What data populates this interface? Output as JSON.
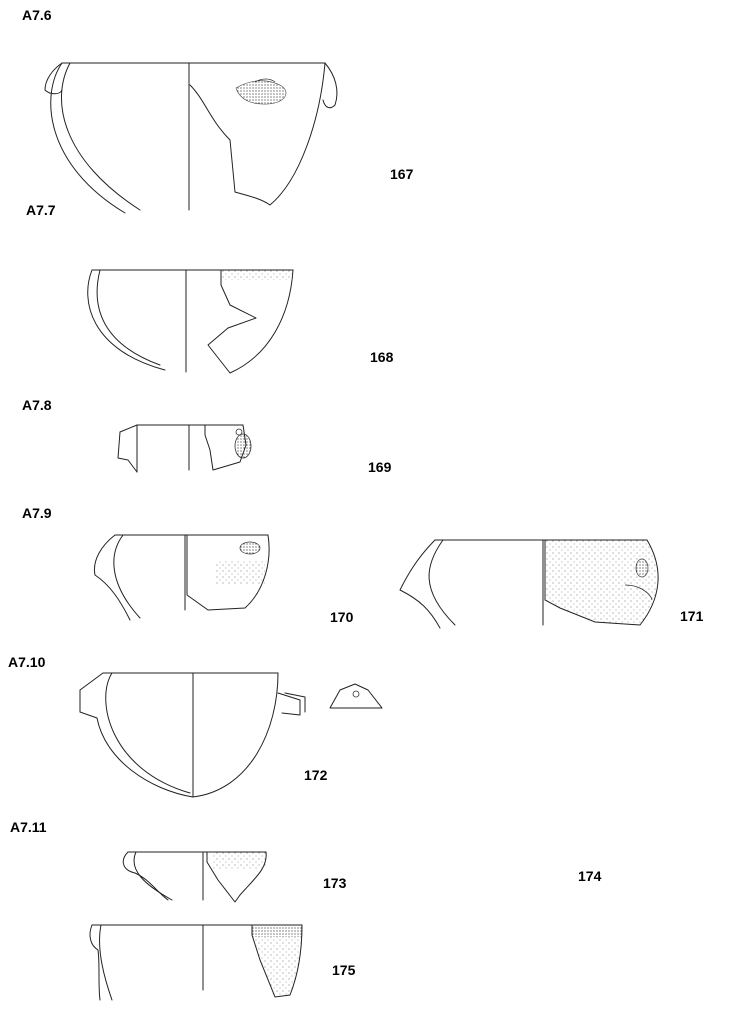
{
  "groups": [
    {
      "code": "A7.6"
    },
    {
      "code": "A7.7"
    },
    {
      "code": "A7.8"
    },
    {
      "code": "A7.9"
    },
    {
      "code": "A7.10"
    },
    {
      "code": "A7.11"
    }
  ],
  "catalogue_numbers": [
    "167",
    "168",
    "169",
    "170",
    "171",
    "172",
    "173",
    "174",
    "175"
  ]
}
